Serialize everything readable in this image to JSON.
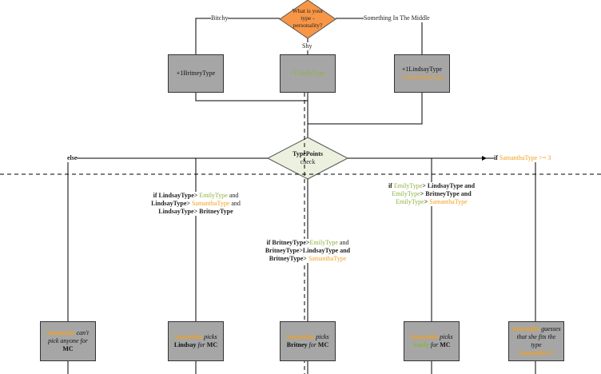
{
  "colors": {
    "line": "#000000",
    "box_fill": "#a6a6a6",
    "diamond_top_fill": "#f79646",
    "diamond_check_fill": "#ebf1de",
    "emily_green": "#8cb33e",
    "samantha_orange": "#f0a020"
  },
  "decision_top": {
    "line1": "What is your",
    "line2": "type -",
    "line3": "personality?"
  },
  "branches_top": {
    "left": "Bitchy",
    "middle": "Shy",
    "right": "Something In The Middle"
  },
  "boxes_top": {
    "left": "+1BritneyType",
    "middle": "+1EmilyType",
    "right_line1": "+1LindsayType",
    "right_line2": "+1SamanthaType"
  },
  "decision_check": {
    "line1": "TypePoints",
    "line2": "check"
  },
  "conditions": {
    "else": "else",
    "samantha": {
      "prefix": "if ",
      "name": "SamanthaType",
      "suffix": " >= 3"
    },
    "lindsay": {
      "l1_a": "if  LindsayType> ",
      "l1_b": "EmilyType",
      "l1_c": " and",
      "l2_a": "LindsayType> ",
      "l2_b": "SamanthaType",
      "l2_c": "  and",
      "l3": "LindsayType> BritneyType"
    },
    "britney": {
      "l1_a": "if  BritneyType>",
      "l1_b": "EmilyType",
      "l1_c": " and",
      "l2": "BritneyType>LindsayType and",
      "l3_a": "BritneyType> ",
      "l3_b": "SamanthaType"
    },
    "emily": {
      "l1_a": "if  ",
      "l1_b": "EmilyType",
      "l1_c": "> LindsayType  and",
      "l2_a": "EmilyType",
      "l2_b": "> BritneyType and",
      "l3_a": "EmilyType",
      "l3_b": "> ",
      "l3_c": "SamanthaType"
    }
  },
  "outcomes": {
    "none": {
      "name": "Samantha",
      "l1": " can't",
      "l2": "pick anyone for",
      "l3": "MC"
    },
    "lindsay": {
      "name": "Samantha",
      "l1": " picks",
      "l2a": "Lindsay ",
      "l2b": "for",
      "l2c": " MC"
    },
    "britney": {
      "name": "Samantha",
      "l1": " picks",
      "l2a": "Britney ",
      "l2b": "for",
      "l2c": " MC"
    },
    "emily": {
      "name": "Samantha",
      "l1": " picks",
      "l2a": "Emily",
      "l2b": " for",
      "l2c": " MC"
    },
    "self": {
      "name": "Samantha",
      "l1": " guesses",
      "l2": "that she fits the",
      "l3": "type",
      "l4": "Samantha+1"
    }
  }
}
